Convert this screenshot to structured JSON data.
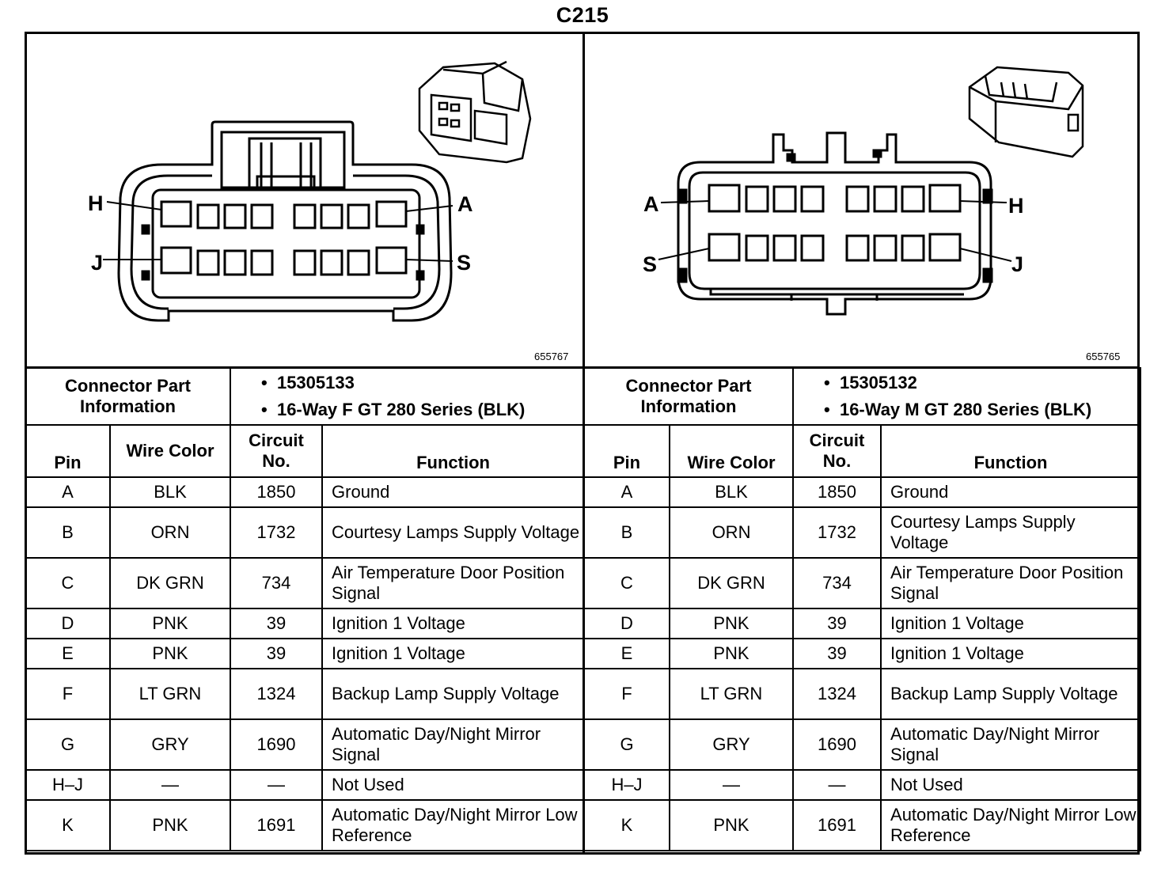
{
  "title": "C215",
  "left": {
    "diagram_ref": "655767",
    "labels": {
      "top_left": "H",
      "top_right": "A",
      "bottom_left": "J",
      "bottom_right": "S"
    },
    "info_label": "Connector Part Information",
    "part_lines": [
      "15305133",
      "16-Way F GT 280 Series (BLK)"
    ],
    "headers": {
      "pin": "Pin",
      "wire": "Wire Color",
      "circuit": "Circuit No.",
      "function": "Function"
    },
    "rows": [
      {
        "pin": "A",
        "wire": "BLK",
        "circuit": "1850",
        "function": "Ground"
      },
      {
        "pin": "B",
        "wire": "ORN",
        "circuit": "1732",
        "function": "Courtesy Lamps Supply Voltage"
      },
      {
        "pin": "C",
        "wire": "DK GRN",
        "circuit": "734",
        "function": "Air Temperature Door Position Signal"
      },
      {
        "pin": "D",
        "wire": "PNK",
        "circuit": "39",
        "function": "Ignition 1 Voltage"
      },
      {
        "pin": "E",
        "wire": "PNK",
        "circuit": "39",
        "function": "Ignition 1 Voltage"
      },
      {
        "pin": "F",
        "wire": "LT GRN",
        "circuit": "1324",
        "function": "Backup Lamp Supply Voltage"
      },
      {
        "pin": "G",
        "wire": "GRY",
        "circuit": "1690",
        "function": "Automatic Day/Night Mirror Signal"
      },
      {
        "pin": "H–J",
        "wire": "—",
        "circuit": "—",
        "function": "Not Used"
      },
      {
        "pin": "K",
        "wire": "PNK",
        "circuit": "1691",
        "function": "Automatic Day/Night Mirror Low Reference"
      }
    ]
  },
  "right": {
    "diagram_ref": "655765",
    "labels": {
      "top_left": "A",
      "top_right": "H",
      "bottom_left": "S",
      "bottom_right": "J"
    },
    "info_label": "Connector Part Information",
    "part_lines": [
      "15305132",
      "16-Way M GT 280 Series (BLK)"
    ],
    "headers": {
      "pin": "Pin",
      "wire": "Wire Color",
      "circuit": "Circuit No.",
      "function": "Function"
    },
    "rows": [
      {
        "pin": "A",
        "wire": "BLK",
        "circuit": "1850",
        "function": "Ground"
      },
      {
        "pin": "B",
        "wire": "ORN",
        "circuit": "1732",
        "function": "Courtesy Lamps Supply Voltage"
      },
      {
        "pin": "C",
        "wire": "DK GRN",
        "circuit": "734",
        "function": "Air Temperature Door Position Signal"
      },
      {
        "pin": "D",
        "wire": "PNK",
        "circuit": "39",
        "function": "Ignition 1 Voltage"
      },
      {
        "pin": "E",
        "wire": "PNK",
        "circuit": "39",
        "function": "Ignition 1 Voltage"
      },
      {
        "pin": "F",
        "wire": "LT GRN",
        "circuit": "1324",
        "function": "Backup Lamp Supply Voltage"
      },
      {
        "pin": "G",
        "wire": "GRY",
        "circuit": "1690",
        "function": "Automatic Day/Night Mirror Signal"
      },
      {
        "pin": "H–J",
        "wire": "—",
        "circuit": "—",
        "function": "Not Used"
      },
      {
        "pin": "K",
        "wire": "PNK",
        "circuit": "1691",
        "function": "Automatic Day/Night Mirror Low Reference"
      }
    ]
  }
}
